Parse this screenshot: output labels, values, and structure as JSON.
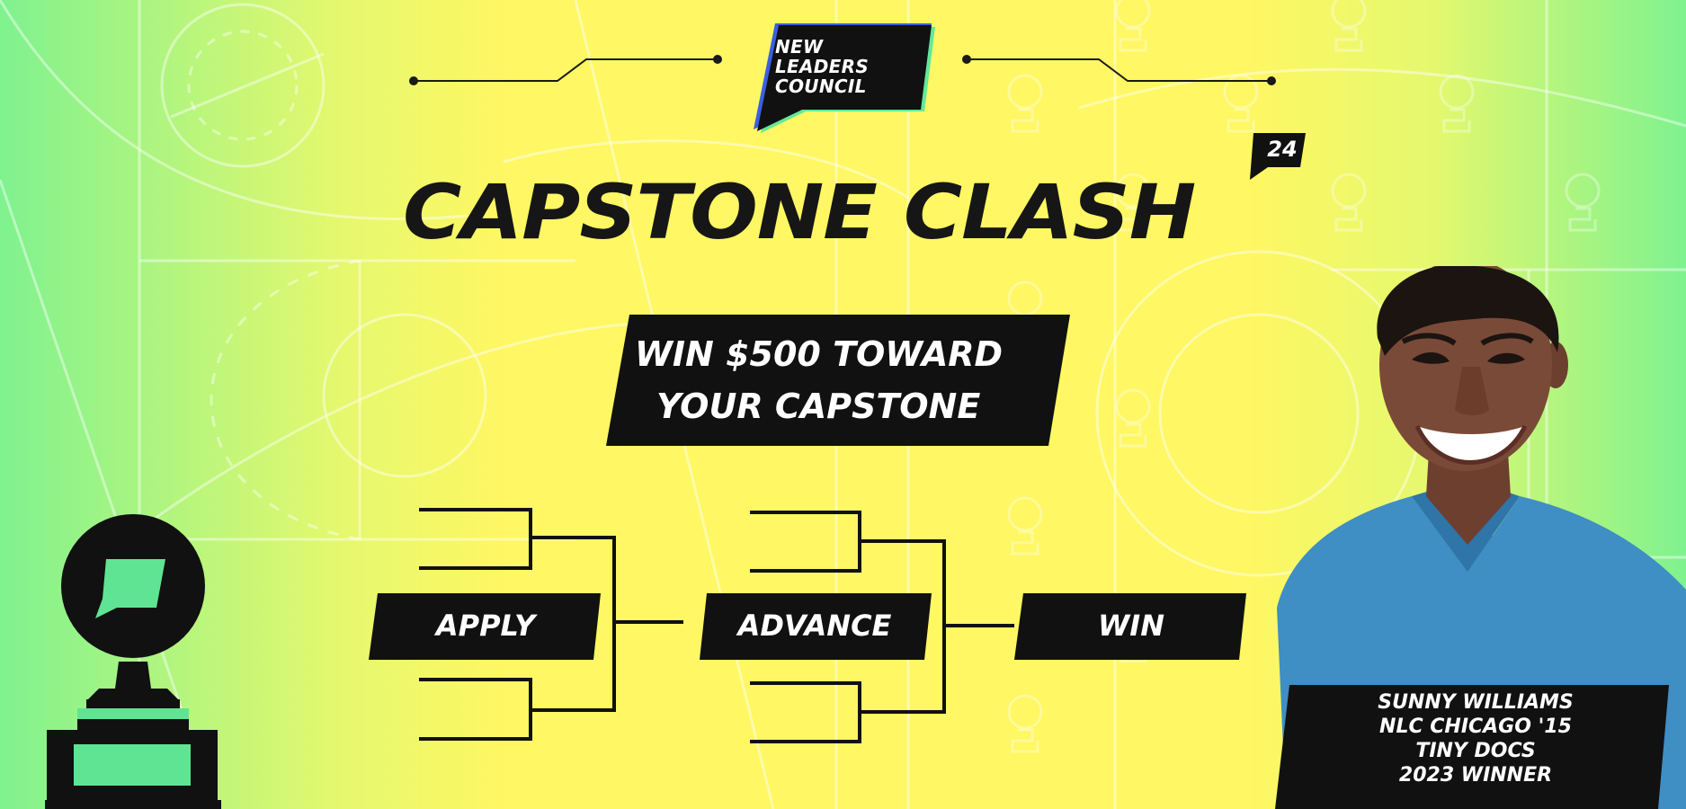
{
  "colors": {
    "edge_green": "#7ff28f",
    "mid_yellow": "#fff763",
    "ink": "#111111",
    "logo_blue": "#3c5fe0",
    "logo_mint": "#62e99a",
    "trophy_green": "#5fe494",
    "shirt_blue": "#3f8ec4",
    "skin": "#7a4a38"
  },
  "logo": {
    "lines": [
      "NEW",
      "LEADERS",
      "COUNCIL"
    ]
  },
  "title": "CAPSTONE CLASH",
  "badge": "24",
  "prize": {
    "line1": "WIN $500 TOWARD",
    "line2": "YOUR CAPSTONE"
  },
  "bracket": {
    "apply": "APPLY",
    "advance": "ADVANCE",
    "win": "WIN"
  },
  "icons": {
    "trophy": "trophy-icon",
    "chat": "chat-bubble-icon",
    "background_trophies": "trophy-pattern-icon"
  },
  "caption": {
    "lines": [
      "SUNNY WILLIAMS",
      "NLC CHICAGO '15",
      "TINY DOCS",
      "2023 WINNER"
    ]
  }
}
